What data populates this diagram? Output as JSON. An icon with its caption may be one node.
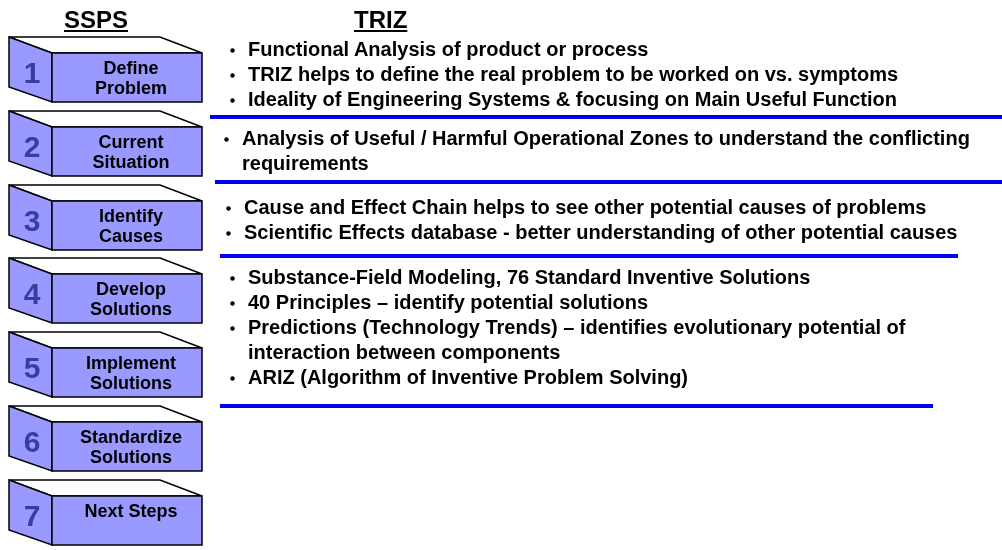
{
  "diagram": {
    "nodes": [
      {
        "text": [
          "1",
          "Define Problem"
        ]
      },
      {
        "text": [
          "2",
          "Current Situation"
        ]
      },
      {
        "text": [
          "3",
          "Identify Causes"
        ]
      },
      {
        "text": [
          "4",
          "Develop Solutions"
        ]
      },
      {
        "text": [
          "5",
          "Implement Solutions"
        ]
      },
      {
        "text": [
          "6",
          "Standardize Solutions"
        ]
      },
      {
        "text": [
          "7",
          "Next Steps"
        ]
      }
    ],
    "labels": [
      "SSPS",
      "TRIZ",
      "Functional Analysis of product or process",
      "TRIZ helps to define the real problem to be worked on vs. symptoms",
      "Ideality of Engineering Systems & focusing on Main Useful Function",
      "Analysis of Useful / Harmful Operational Zones to understand the conflicting requirements",
      "Cause and Effect Chain helps to see other potential causes of problems",
      "Scientific Effects database - better understanding of other potential causes",
      "Substance-Field Modeling, 76 Standard Inventive Solutions",
      "40 Principles – identify potential solutions",
      "Predictions (Technology Trends) – identifies evolutionary potential of interaction between components",
      "ARIZ (Algorithm of Inventive Problem Solving)"
    ]
  }
}
